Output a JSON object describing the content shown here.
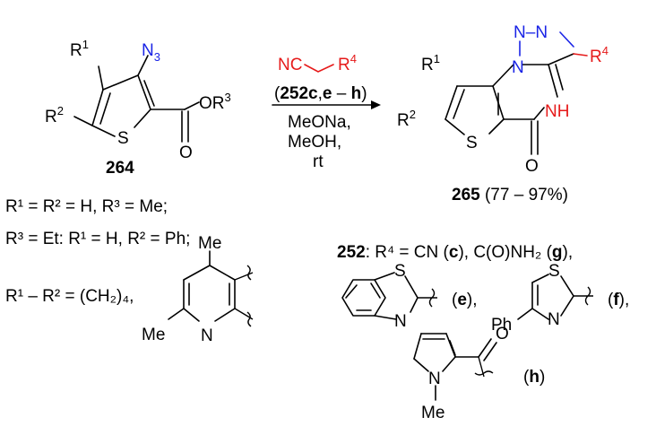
{
  "reactant": {
    "number": "264",
    "r1": "R",
    "r1_sup": "1",
    "r2": "R",
    "r2_sup": "2",
    "azide": "N",
    "azide_sub": "3",
    "ring_s": "S",
    "ester_o": "O",
    "ester_or": "OR",
    "ester_sup": "3"
  },
  "arrow": {
    "reagent_nc": "NC",
    "reagent_r": "R",
    "reagent_sup": "4",
    "ref_open": "(",
    "ref_main": "252c",
    "ref_comma": ",",
    "ref_e": "e",
    "ref_dash": " – ",
    "ref_h": "h",
    "ref_close": ")",
    "cond1": "MeONa,",
    "cond2": "MeOH,",
    "cond3": "rt"
  },
  "product": {
    "number": "265",
    "yield": " (77 – 97%)",
    "r1": "R",
    "r1_sup": "1",
    "r2": "R",
    "r2_sup": "2",
    "r4": "R",
    "r4_sup": "4",
    "n1": "N",
    "n2": "N",
    "n3": "N",
    "n_eq": "–",
    "n_dbl": "=",
    "nh": "NH",
    "s": "S",
    "o": "O"
  },
  "conditions": {
    "line1": "R¹ = R² = H, R³ = Me;",
    "line2": "R³ = Et: R¹ = H, R² = Ph;",
    "line3_a": "R¹ – R² = (CH₂)₄,",
    "pyr_me_top": "Me",
    "pyr_me_bottom": "Me",
    "pyr_n": "N"
  },
  "substituents": {
    "label": "252",
    "intro": ": R⁴ = CN (",
    "c": "c",
    "mid": "), C(O)NH₂ (",
    "g": "g",
    "end": "),",
    "e_label_open": "(",
    "e": "e",
    "e_label_close": "),",
    "f_label_open": "(",
    "f": "f",
    "f_label_close": "),",
    "h_label_open": "(",
    "h": "h",
    "h_label_close": ")",
    "btz_s": "S",
    "btz_n": "N",
    "thz_s": "S",
    "thz_n": "N",
    "thz_ph": "Ph",
    "pyrrole_n": "N",
    "pyrrole_me": "Me",
    "pyrrole_o": "O"
  },
  "colors": {
    "azide": "#1a24e6",
    "reagent": "#e61a1a",
    "product_hl": "#e61a1a"
  }
}
